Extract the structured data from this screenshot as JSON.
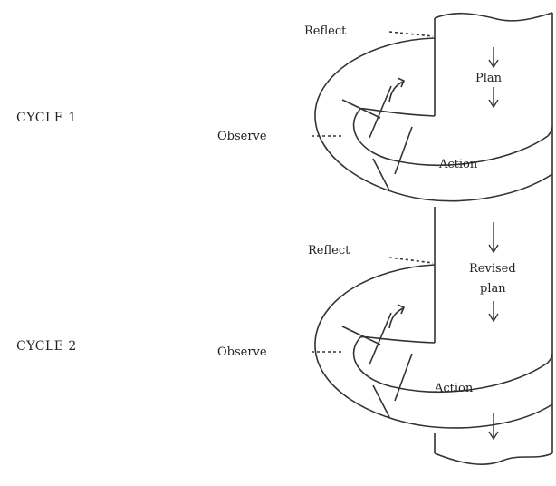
{
  "diagram": {
    "cycle_1": {
      "side_label": "CYCLE 1",
      "plan_label": "Plan",
      "reflect_label": "Reflect",
      "observe_label": "Observe",
      "action_label": "Action"
    },
    "cycle_2": {
      "side_label": "CYCLE 2",
      "revised_plan_label_line1": "Revised",
      "revised_plan_label_line2": "plan",
      "reflect_label": "Reflect",
      "observe_label": "Observe",
      "action_label": "Action"
    },
    "colors": {
      "ink": "#333333",
      "background": "#ffffff"
    }
  }
}
